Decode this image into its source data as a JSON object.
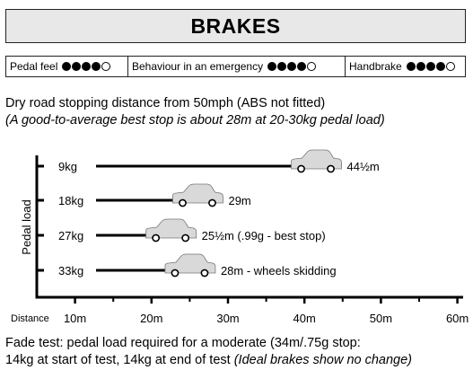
{
  "title": "BRAKES",
  "ratings": [
    {
      "label": "Pedal feel",
      "score": 4,
      "max": 5
    },
    {
      "label": "Behaviour in an emergency",
      "score": 4,
      "max": 5
    },
    {
      "label": "Handbrake",
      "score": 4,
      "max": 5
    }
  ],
  "intro": {
    "line1": "Dry road stopping distance from 50mph (ABS not fitted)",
    "line2": "(A good-to-average best stop is about 28m at 20-30kg pedal load)"
  },
  "chart_data": {
    "type": "bar",
    "ylabel": "Pedal load",
    "xlabel": "Distance",
    "x_ticks": [
      "10m",
      "20m",
      "30m",
      "40m",
      "50m",
      "60m"
    ],
    "x_tick_values": [
      10,
      20,
      30,
      40,
      50,
      60
    ],
    "xlim": [
      5,
      61
    ],
    "categories": [
      "9kg",
      "18kg",
      "27kg",
      "33kg"
    ],
    "values": [
      44.5,
      29,
      25.5,
      28
    ],
    "value_labels": [
      "44½m",
      "29m",
      "25½m (.99g - best stop)",
      "28m - wheels skidding"
    ],
    "marker": "car-icon",
    "colors": {
      "bar": "#000000",
      "car": "#d9d9d9"
    }
  },
  "footer": {
    "line1": "Fade test: pedal load required for a moderate (34m/.75g stop:",
    "line2_plain": "14kg at start of test, 14kg at end of test ",
    "line2_italic": "(Ideal brakes show no change)"
  }
}
